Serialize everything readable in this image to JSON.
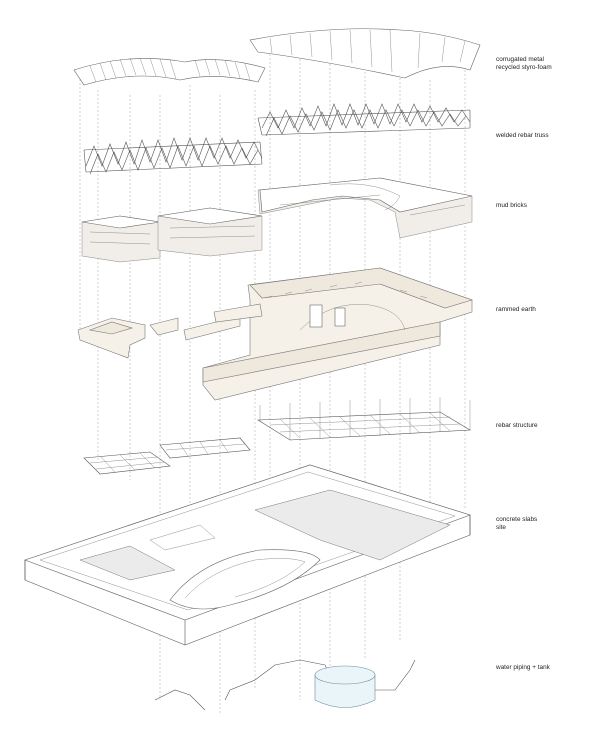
{
  "layers": [
    {
      "id": "roof",
      "label_line1": "corrugated metal",
      "label_line2": "recycled styro-foam"
    },
    {
      "id": "truss",
      "label_line1": "welded rebar truss"
    },
    {
      "id": "bricks",
      "label_line1": "mud bricks"
    },
    {
      "id": "earth",
      "label_line1": "rammed earth"
    },
    {
      "id": "rebar",
      "label_line1": "rebar structure"
    },
    {
      "id": "slabs",
      "label_line1": "concrete slabs",
      "label_line2": "site"
    },
    {
      "id": "water",
      "label_line1": "water piping + tank"
    }
  ],
  "colors": {
    "rammed_earth": "#f6f1e8",
    "tank": "#eaf5fa",
    "line": "#555555"
  }
}
